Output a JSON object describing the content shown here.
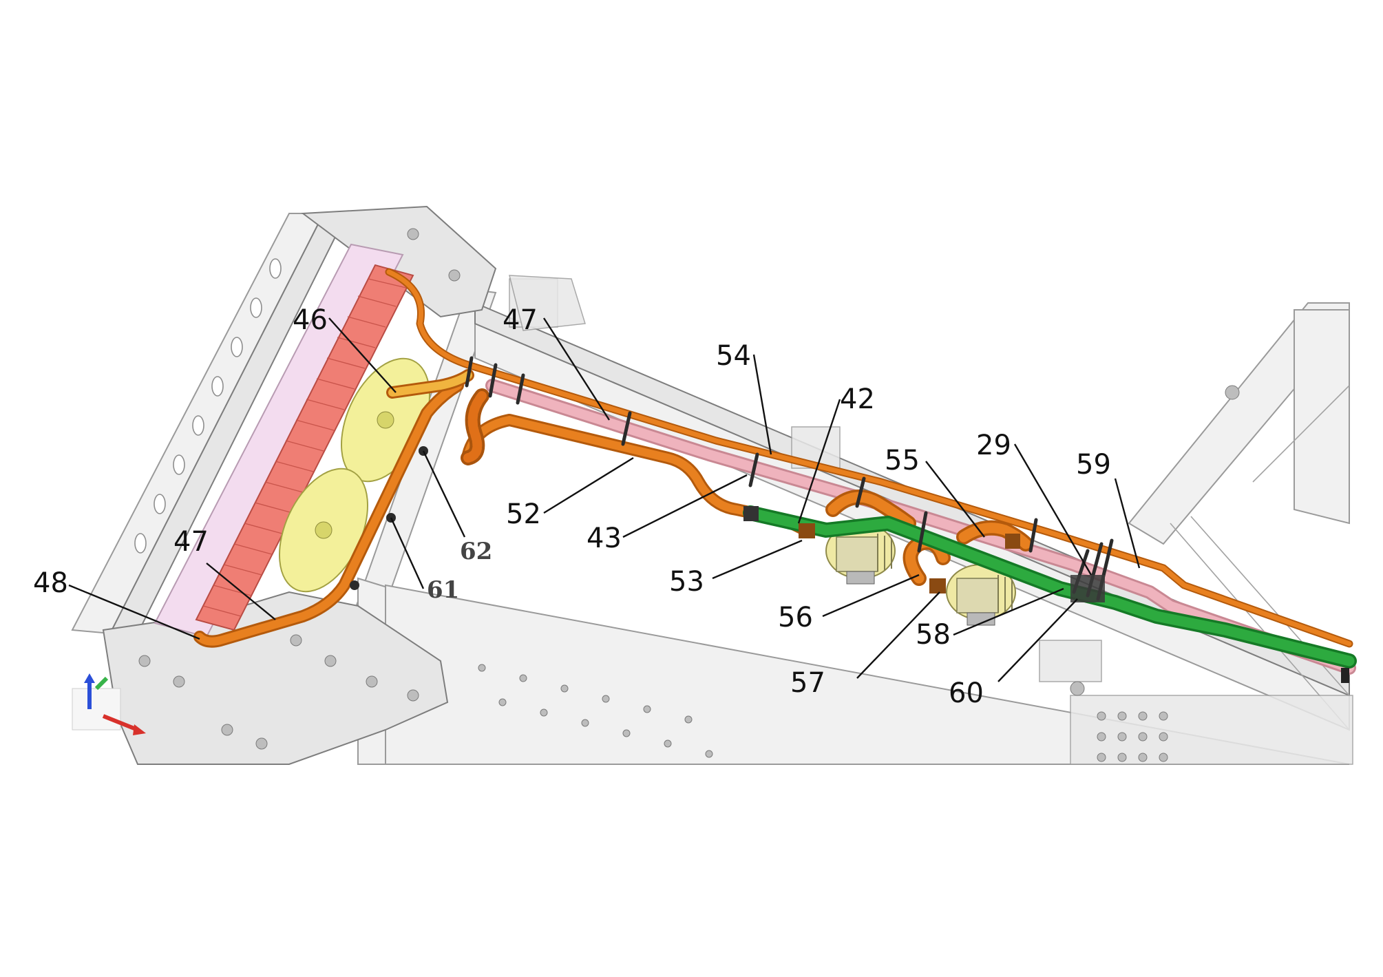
{
  "colors": {
    "orange_pipe": "#e8801f",
    "orange_pipe_edge": "#b45a0c",
    "pink_pipe": "#efb3bd",
    "pink_pipe_edge": "#c98893",
    "green_pipe": "#2daa3f",
    "green_pipe_edge": "#157a26",
    "radiator_core": "#ef7e74",
    "radiator_shroud": "#f3dcef",
    "fan": "#f3f09a",
    "frame_fill": "#f1f1f1",
    "frame_edge": "#9a9a9a",
    "axis_up": "#2b4fd8",
    "axis_side": "#38b44a",
    "axis_forward": "#d8312b"
  },
  "icons": {
    "axis_triad": "xyz-axis-triad-icon"
  },
  "callouts": [
    {
      "id": "callout-46",
      "label": "46",
      "style": "sans"
    },
    {
      "id": "callout-47-upper",
      "label": "47",
      "style": "sans"
    },
    {
      "id": "callout-54",
      "label": "54",
      "style": "sans"
    },
    {
      "id": "callout-42",
      "label": "42",
      "style": "sans"
    },
    {
      "id": "callout-29",
      "label": "29",
      "style": "sans"
    },
    {
      "id": "callout-55",
      "label": "55",
      "style": "sans"
    },
    {
      "id": "callout-59",
      "label": "59",
      "style": "sans"
    },
    {
      "id": "callout-52",
      "label": "52",
      "style": "sans"
    },
    {
      "id": "callout-62",
      "label": "62",
      "style": "serif"
    },
    {
      "id": "callout-47-lower",
      "label": "47",
      "style": "sans"
    },
    {
      "id": "callout-43",
      "label": "43",
      "style": "sans"
    },
    {
      "id": "callout-48",
      "label": "48",
      "style": "sans"
    },
    {
      "id": "callout-61",
      "label": "61",
      "style": "serif"
    },
    {
      "id": "callout-53",
      "label": "53",
      "style": "sans"
    },
    {
      "id": "callout-56",
      "label": "56",
      "style": "sans"
    },
    {
      "id": "callout-58",
      "label": "58",
      "style": "sans"
    },
    {
      "id": "callout-57",
      "label": "57",
      "style": "sans"
    },
    {
      "id": "callout-60",
      "label": "60",
      "style": "sans"
    }
  ]
}
